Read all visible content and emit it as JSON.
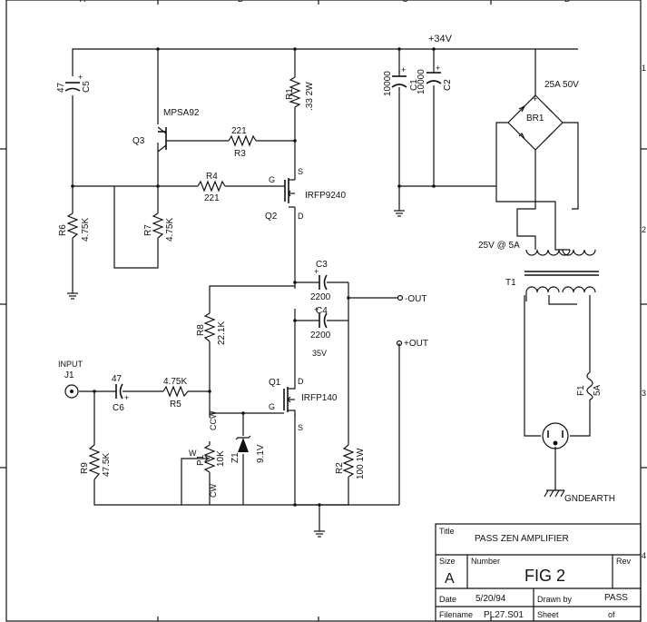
{
  "grid": {
    "columns": [
      "A",
      "B",
      "C",
      "D"
    ],
    "rows": [
      "1",
      "2",
      "3",
      "4"
    ]
  },
  "supply": {
    "rail": "+34V"
  },
  "components": {
    "c5": {
      "ref": "C5",
      "value": "47"
    },
    "q3": {
      "ref": "Q3",
      "part": "MPSA92"
    },
    "r1": {
      "ref": "R1",
      "value": ".33 2W"
    },
    "r3": {
      "ref": "R3",
      "value": "221"
    },
    "r4": {
      "ref": "R4",
      "value": "221"
    },
    "q2": {
      "ref": "Q2",
      "part": "IRFP9240"
    },
    "r6": {
      "ref": "R6",
      "value": "4.75K"
    },
    "r7": {
      "ref": "R7",
      "value": "4.75K"
    },
    "c1": {
      "ref": "C1",
      "value": "10000"
    },
    "c2": {
      "ref": "C2",
      "value": "10000"
    },
    "br1": {
      "ref": "BR1",
      "rating": "25A 50V"
    },
    "t1": {
      "ref": "T1",
      "secondary": "25V @ 5A"
    },
    "c3": {
      "ref": "C3",
      "value": "2200"
    },
    "c4": {
      "ref": "C4",
      "value": "2200",
      "voltage": "35V"
    },
    "r8": {
      "ref": "R8",
      "value": "22.1K"
    },
    "c6": {
      "ref": "C6",
      "value": "47"
    },
    "r5": {
      "ref": "R5",
      "value": "4.75K"
    },
    "q1": {
      "ref": "Q1",
      "part": "IRFP140"
    },
    "p1": {
      "ref": "P1",
      "value": "10K"
    },
    "z1": {
      "ref": "Z1",
      "value": "9.1V"
    },
    "r9": {
      "ref": "R9",
      "value": "47.5K"
    },
    "r2": {
      "ref": "R2",
      "value": "100 1W"
    },
    "f1": {
      "ref": "F1",
      "value": "5A"
    }
  },
  "pins": {
    "gate": "G",
    "source": "S",
    "drain": "D",
    "wiper": "W",
    "ccw": "CCW",
    "cw": "CW"
  },
  "connectors": {
    "input": {
      "label": "INPUT",
      "ref": "J1"
    },
    "out_neg": "-OUT",
    "out_pos": "+OUT",
    "earth": "GNDEARTH"
  },
  "title_block": {
    "title_label": "Title",
    "title": "PASS ZEN AMPLIFIER",
    "size_label": "Size",
    "size": "A",
    "number_label": "Number",
    "number": "FIG 2",
    "rev_label": "Rev",
    "date_label": "Date",
    "date": "5/20/94",
    "drawn_label": "Drawn by",
    "drawn_by": "PASS",
    "filename_label": "Filename",
    "filename": "PL27.S01",
    "sheet_label": "Sheet",
    "sheet_of": "of"
  }
}
